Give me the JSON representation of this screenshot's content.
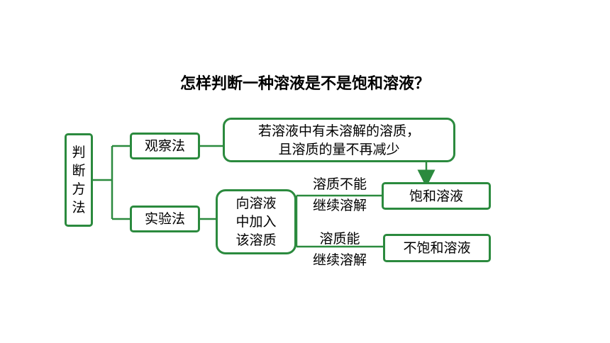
{
  "title": "怎样判断一种溶液是不是饱和溶液？",
  "root": {
    "lines": [
      "判",
      "断",
      "方",
      "法"
    ]
  },
  "methods": {
    "observation": "观察法",
    "experiment": "实验法"
  },
  "observation_result": {
    "lines": [
      "若溶液中有未溶解的溶质，",
      "且溶质的量不再减少"
    ]
  },
  "experiment_step": {
    "lines": [
      "向溶液",
      "中加入",
      "该溶质"
    ]
  },
  "conditions": {
    "cannot_dissolve": {
      "lines": [
        "溶质不能",
        "继续溶解"
      ]
    },
    "can_dissolve": {
      "lines": [
        "溶质能",
        "继续溶解"
      ]
    }
  },
  "outcomes": {
    "saturated": "饱和溶液",
    "unsaturated": "不饱和溶液"
  },
  "colors": {
    "border": "#2b8a3e",
    "text": "#000000"
  }
}
